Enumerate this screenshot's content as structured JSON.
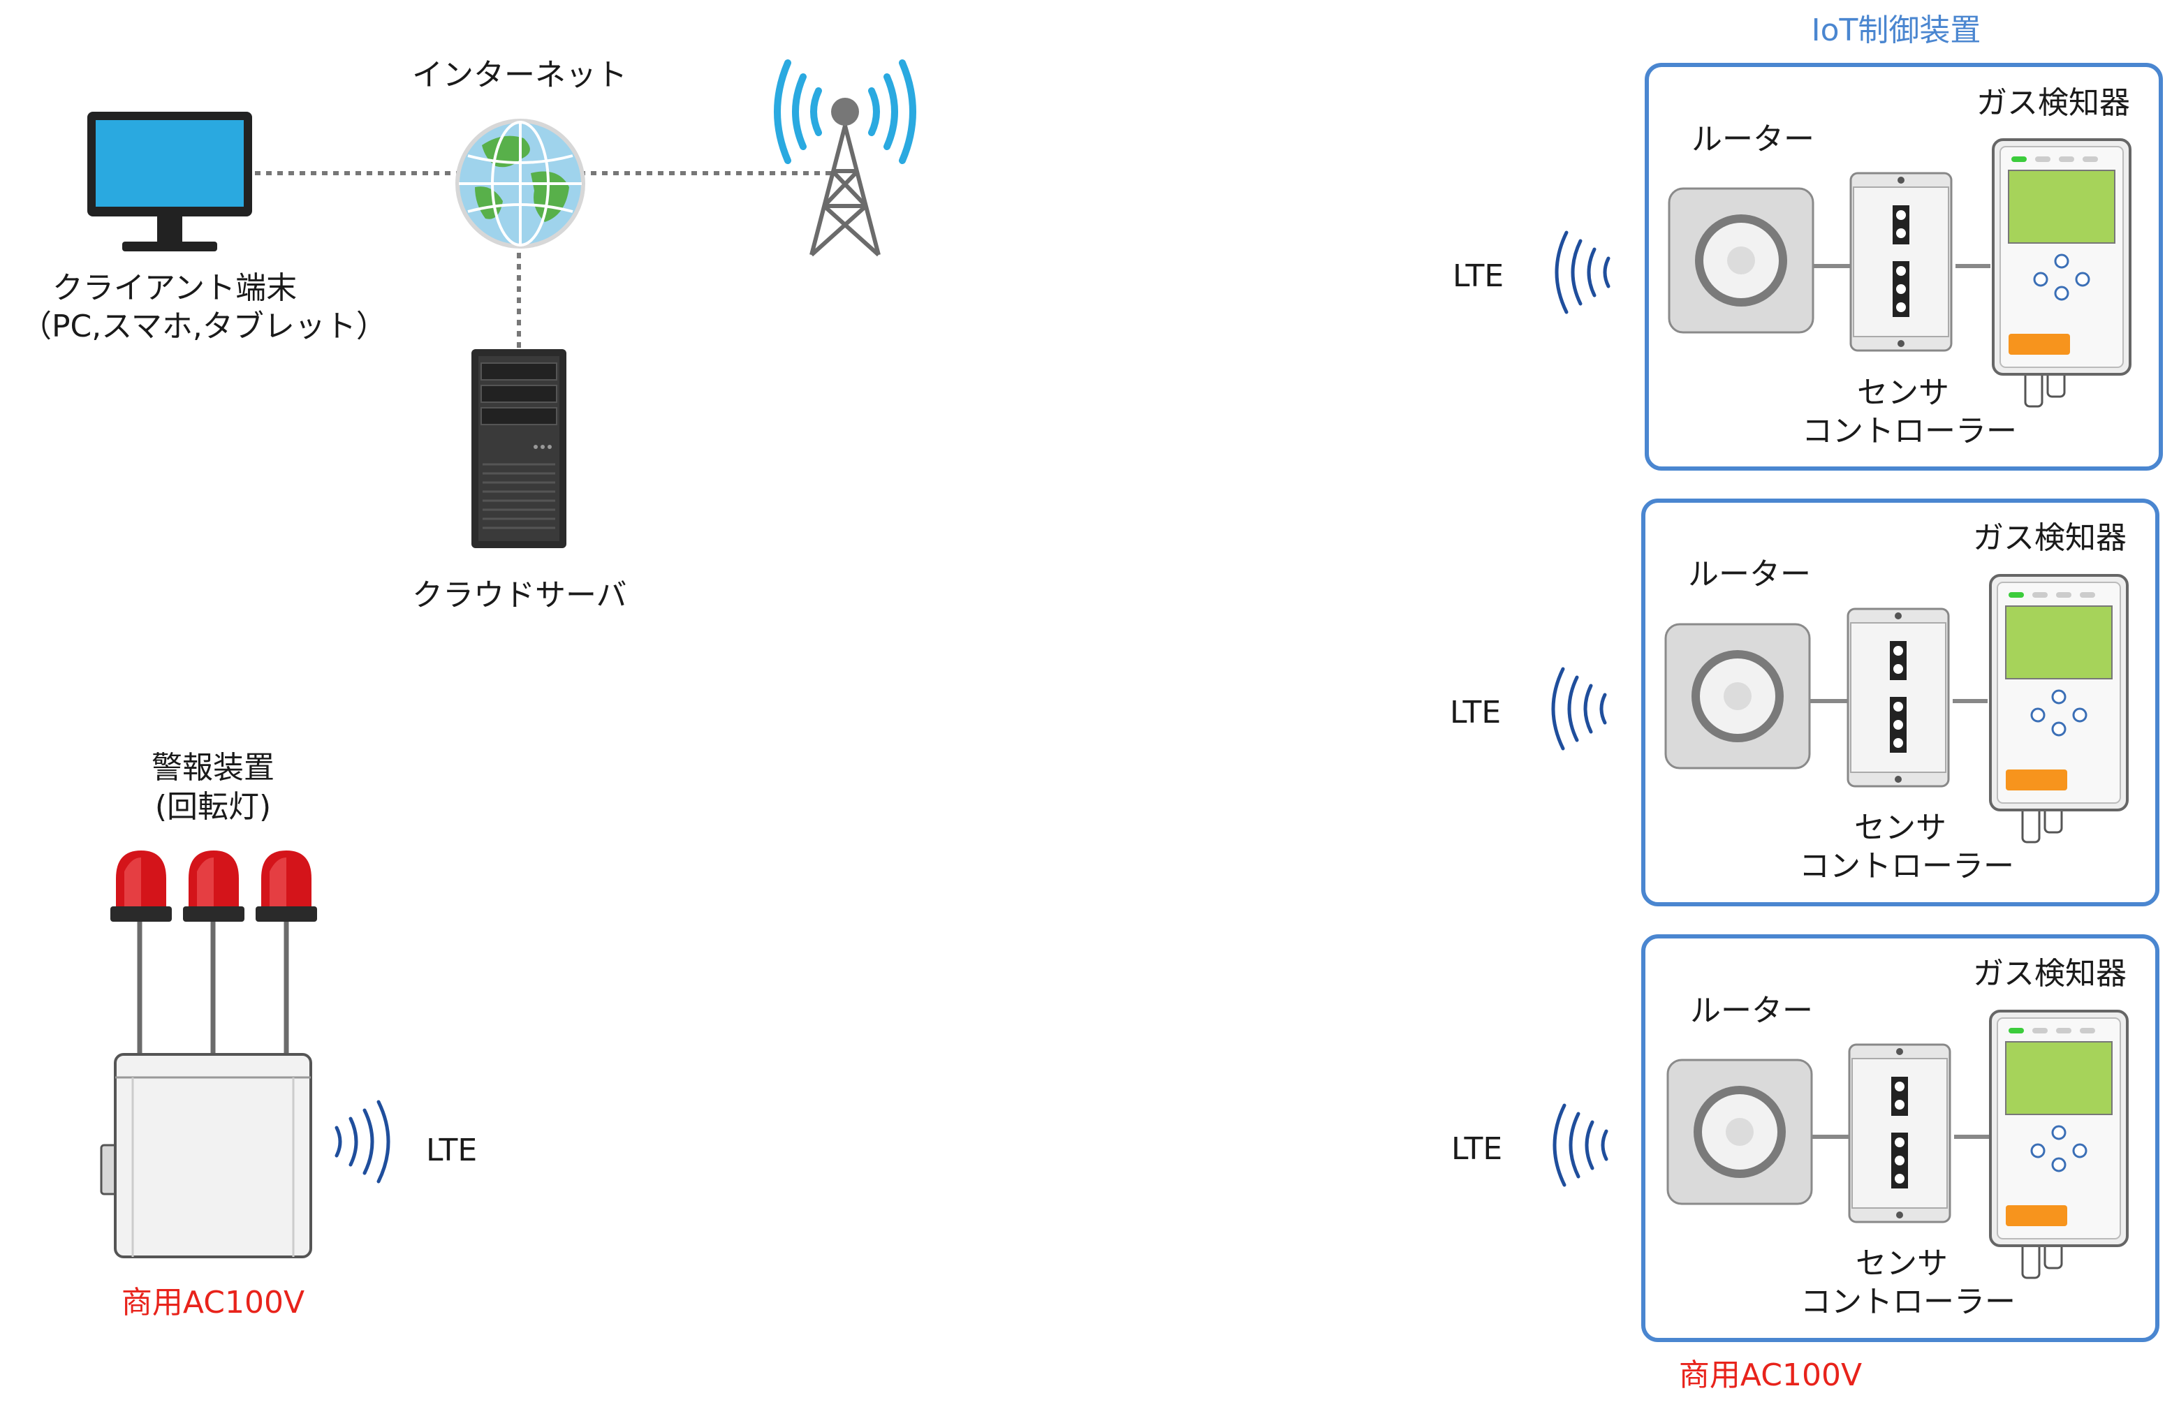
{
  "network": {
    "client_line1": "クライアント端末",
    "client_line2": "（PC,スマホ,タブレット）",
    "internet": "インターネット",
    "cloud_server": "クラウドサーバ"
  },
  "alarm": {
    "title_line1": "警報装置",
    "title_line2": "(回転灯)",
    "lte": "LTE",
    "power": "商用AC100V"
  },
  "iot": {
    "title": "IoT制御装置",
    "power": "商用AC100V",
    "units": [
      {
        "lte": "LTE",
        "router": "ルーター",
        "detector": "ガス検知器",
        "controller_line1": "センサ",
        "controller_line2": "コントローラー"
      },
      {
        "lte": "LTE",
        "router": "ルーター",
        "detector": "ガス検知器",
        "controller_line1": "センサ",
        "controller_line2": "コントローラー"
      },
      {
        "lte": "LTE",
        "router": "ルーター",
        "detector": "ガス検知器",
        "controller_line1": "センサ",
        "controller_line2": "コントローラー"
      }
    ]
  },
  "colors": {
    "accent_blue": "#4a86d0",
    "wave_blue": "#1f4e9c",
    "power_red": "#e8231b",
    "detector_green": "#a6d35a",
    "detector_orange": "#f7941d",
    "beacon_red": "#d4141a"
  }
}
